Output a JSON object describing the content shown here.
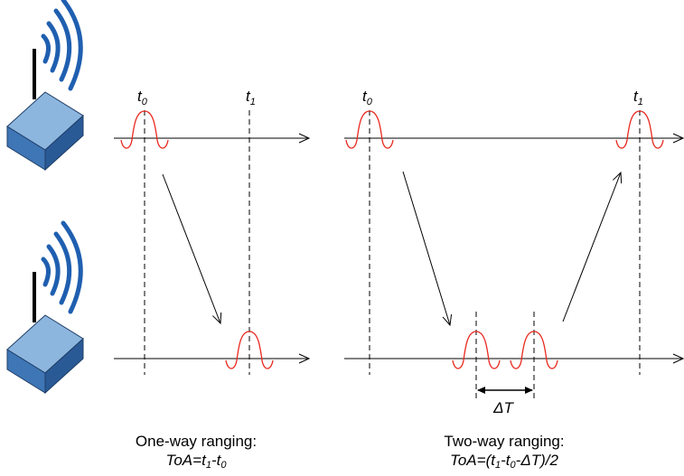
{
  "colors": {
    "pulse": "#e8281e",
    "device_top": "#7aa8d6",
    "device_front": "#4a80c0",
    "device_side": "#2a5a96",
    "waves": "#1f5fb0",
    "line": "#000000"
  },
  "icons": {
    "device": "wireless-router-icon"
  },
  "one_way": {
    "t0": {
      "base": "t",
      "sub": "0"
    },
    "t1": {
      "base": "t",
      "sub": "1"
    },
    "caption_title": "One-way ranging:",
    "formula": {
      "lhs": "ToA=",
      "a": "t",
      "a_sub": "1",
      "op": "-",
      "b": "t",
      "b_sub": "0"
    }
  },
  "two_way": {
    "t0": {
      "base": "t",
      "sub": "0"
    },
    "t1": {
      "base": "t",
      "sub": "1"
    },
    "delta_label": "ΔT",
    "caption_title": "Two-way ranging:",
    "formula": {
      "lhs": "ToA=(",
      "a": "t",
      "a_sub": "1",
      "op1": "-",
      "b": "t",
      "b_sub": "0",
      "op2": "-",
      "c": "ΔT",
      "tail": ")/2"
    }
  }
}
